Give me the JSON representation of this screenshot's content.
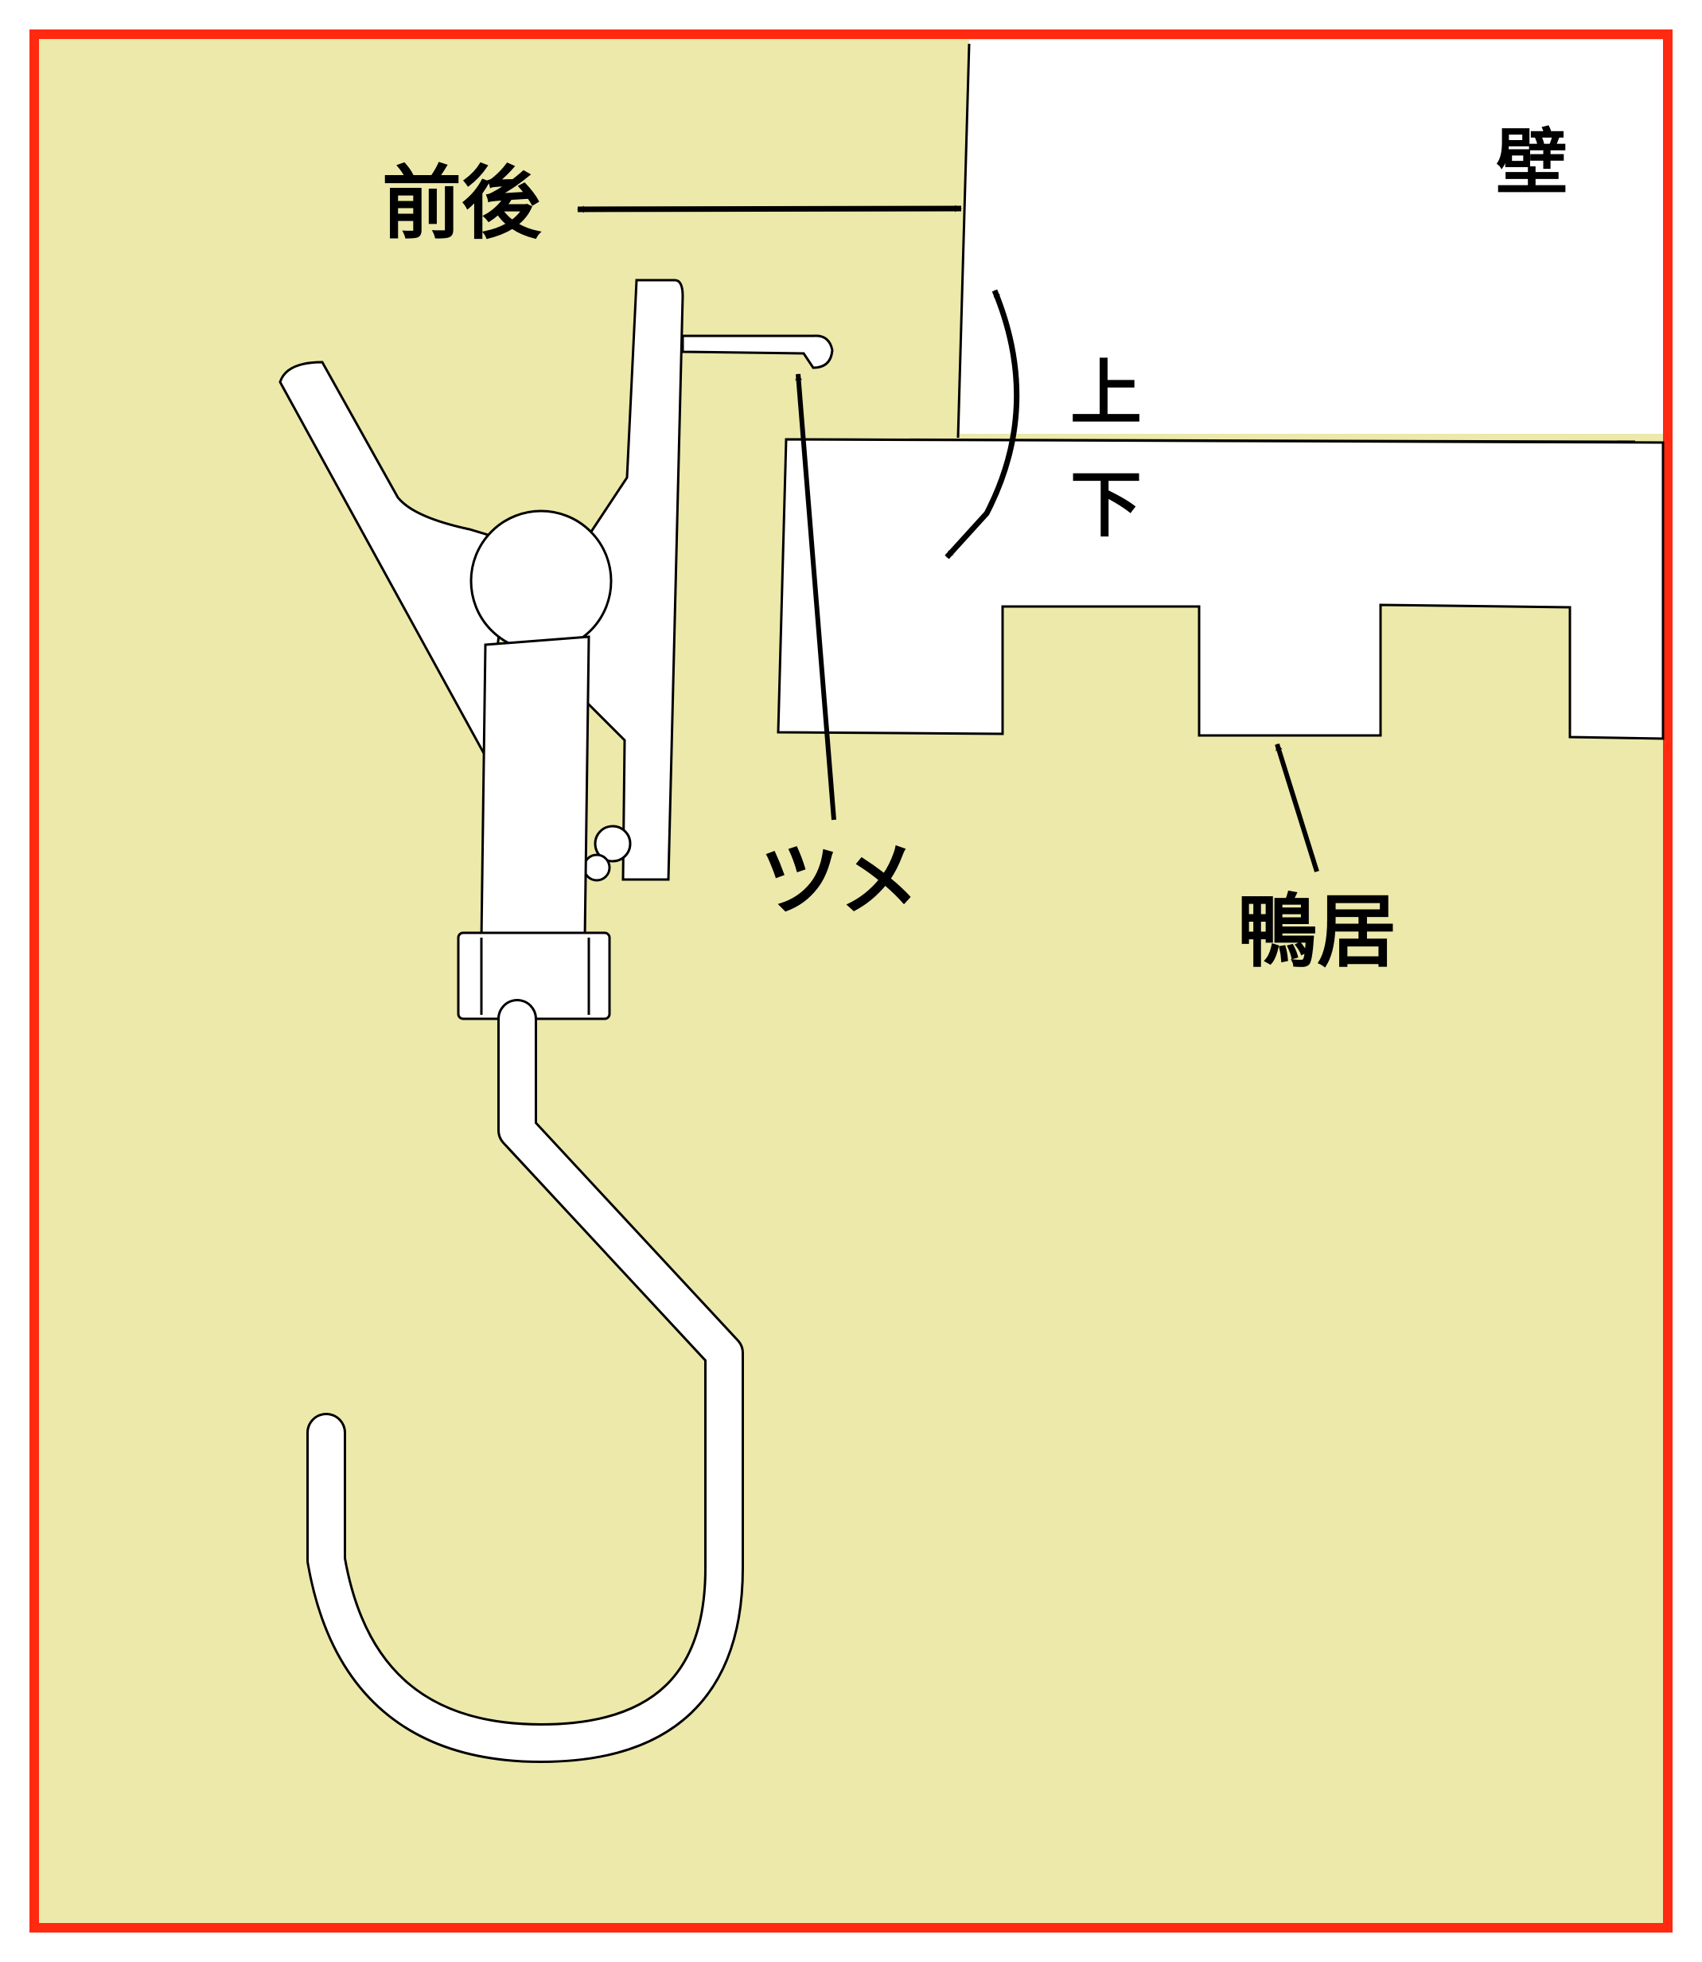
{
  "labels": {
    "wall": "壁",
    "front_back": "前後",
    "up": "上",
    "down": "下",
    "claw": "ツメ",
    "kamoi": "鴨居"
  },
  "colors": {
    "background": "#ece9aa",
    "frame": "#ff2a10",
    "wall": "#ffffff",
    "line": "#000000",
    "part": "#ffffff"
  }
}
